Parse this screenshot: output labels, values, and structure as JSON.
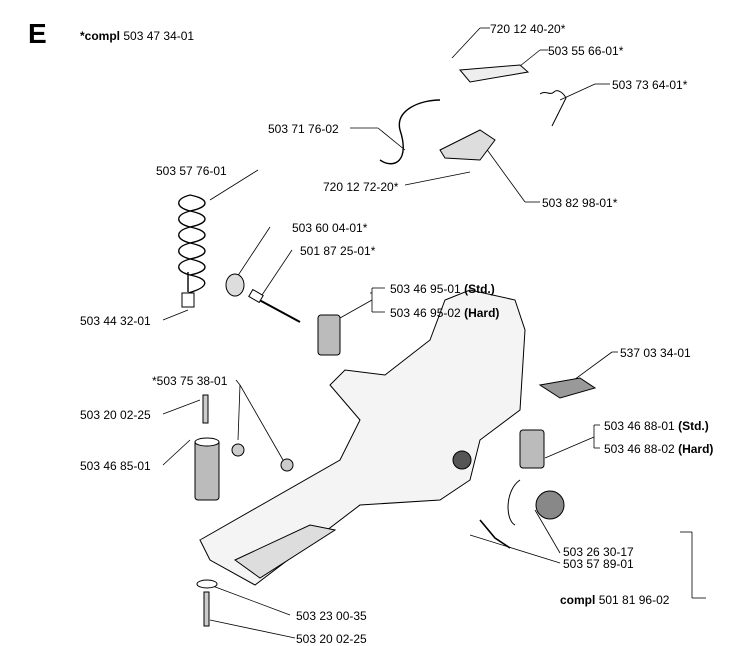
{
  "section_letter": "E",
  "header": {
    "prefix": "*compl",
    "number": "503 47 34-01"
  },
  "parts": [
    {
      "id": "p1",
      "text": "720 12 40-20*"
    },
    {
      "id": "p2",
      "text": "503 55 66-01*"
    },
    {
      "id": "p3",
      "text": "503 73 64-01*"
    },
    {
      "id": "p4",
      "text": "503 71 76-02"
    },
    {
      "id": "p5",
      "text": "720 12 72-20*"
    },
    {
      "id": "p6",
      "text": "503 82 98-01*"
    },
    {
      "id": "p7",
      "text": "503 57 76-01"
    },
    {
      "id": "p8",
      "text": "503 60 04-01*"
    },
    {
      "id": "p9",
      "text": "501 87 25-01*"
    },
    {
      "id": "p10",
      "text": "503 44 32-01"
    },
    {
      "id": "p11",
      "text": "503 46 95-01",
      "note": "(Std.)"
    },
    {
      "id": "p12",
      "text": "503 46 95-02",
      "note": "(Hard)"
    },
    {
      "id": "p13",
      "text": "537 03 34-01"
    },
    {
      "id": "p14",
      "text": "*503 75 38-01"
    },
    {
      "id": "p15",
      "text": "503 20 02-25"
    },
    {
      "id": "p16",
      "text": "503 46 85-01"
    },
    {
      "id": "p17",
      "text": "503 46 88-01",
      "note": "(Std.)"
    },
    {
      "id": "p18",
      "text": "503 46 88-02",
      "note": "(Hard)"
    },
    {
      "id": "p19",
      "text": "503 26 30-17"
    },
    {
      "id": "p20",
      "text": "503 57 89-01"
    },
    {
      "id": "p21",
      "text": "503 23 00-35"
    },
    {
      "id": "p22",
      "text": "503 20 02-25"
    }
  ],
  "compl_footer": {
    "prefix": "compl",
    "number": "501 81 96-02"
  }
}
